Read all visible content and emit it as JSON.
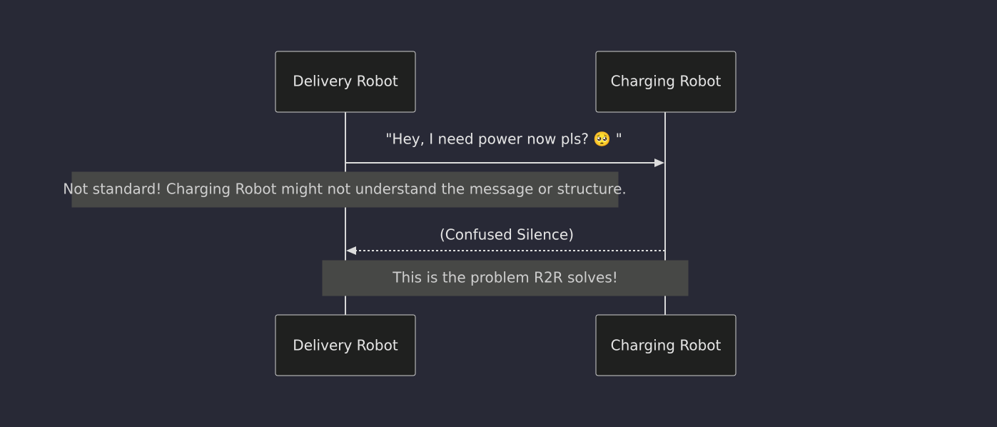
{
  "participants": {
    "delivery": {
      "label": "Delivery Robot"
    },
    "charging": {
      "label": "Charging Robot"
    }
  },
  "messages": [
    {
      "from": "delivery",
      "to": "charging",
      "style": "solid",
      "text": "\"Hey, I need power now pls? 🥺 \""
    },
    {
      "from": "charging",
      "to": "delivery",
      "style": "dotted",
      "text": "(Confused Silence)"
    }
  ],
  "notes": [
    {
      "text": "Not standard! Charging Robot might not understand the message or structure."
    },
    {
      "text": "This is the problem R2R solves!"
    }
  ],
  "colors": {
    "background": "#282936",
    "actor_fill": "#1f201f",
    "actor_stroke": "#cfcfcf",
    "note_fill": "#474846",
    "line": "#dcdcdc"
  }
}
